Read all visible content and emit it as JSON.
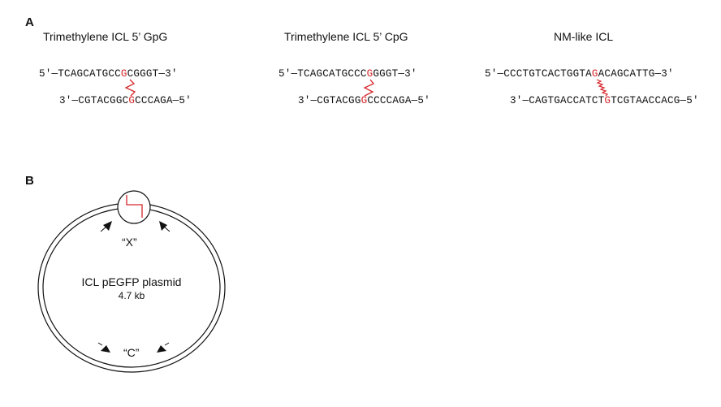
{
  "panel_a": {
    "label": "A",
    "constructs": [
      {
        "title": "Trimethylene ICL 5’ GpG",
        "top": {
          "pre": "5′—TCAGCATGCC",
          "g": "G",
          "post": "CGGGT—3′"
        },
        "bottom": {
          "pre": "3′—CGTACGGC",
          "g": "G",
          "post": "CCCAGA—5′"
        }
      },
      {
        "title": "Trimethylene ICL 5’ CpG",
        "top": {
          "pre": "5′—TCAGCATGCCC",
          "g": "G",
          "post": "GGGT—3′"
        },
        "bottom": {
          "pre": "3′—CGTACGG",
          "g": "G",
          "post": "CCCCAGA—5′"
        }
      },
      {
        "title": "NM-like ICL",
        "top": {
          "pre": "5′—CCCTGTCACTGGTA",
          "g": "G",
          "post": "ACAGCATTG—3′"
        },
        "bottom": {
          "pre": "3′—CAGTGACCATCT",
          "g": "G",
          "post": "TCGTAACCACG—5′"
        }
      }
    ],
    "crosslink_color": "#d6262a"
  },
  "panel_b": {
    "label": "B",
    "plasmid_name": "ICL pEGFP plasmid",
    "plasmid_size": "4.7 kb",
    "primer_set_x": "“X”",
    "primer_set_c": "“C”"
  }
}
